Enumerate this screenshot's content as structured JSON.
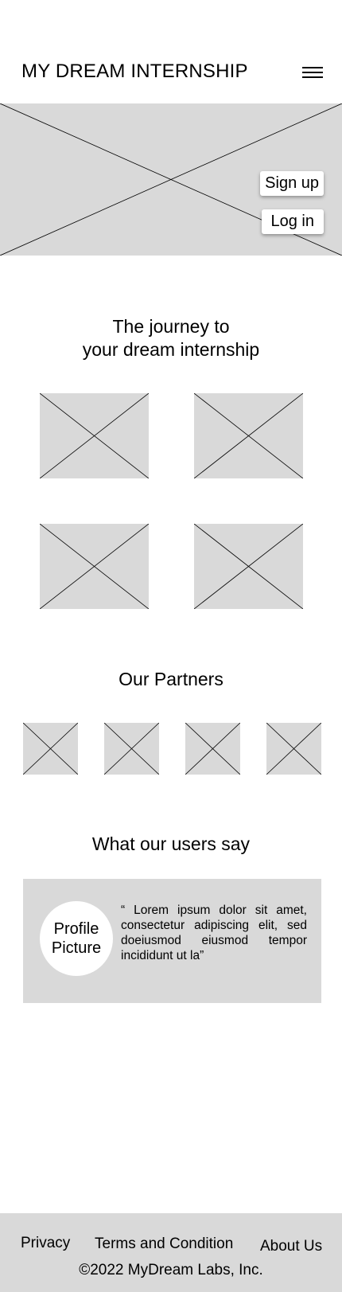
{
  "header": {
    "title": "MY DREAM INTERNSHIP",
    "menu_icon": "hamburger-menu-icon"
  },
  "hero": {
    "signup_label": "Sign up",
    "login_label": "Log in"
  },
  "journey": {
    "title_line1": "The journey to",
    "title_line2": "your dream internship"
  },
  "partners": {
    "title": "Our Partners"
  },
  "testimonials": {
    "title": "What our users say",
    "profile_line1": "Profile",
    "profile_line2": "Picture",
    "quote": "“ Lorem ipsum dolor sit amet, consectetur adipiscing elit, sed doeiusmod eiusmod tempor incididunt ut la”"
  },
  "footer": {
    "privacy": "Privacy",
    "terms": "Terms and Condition",
    "about": "About Us",
    "copyright": "©2022 MyDream Labs, Inc."
  },
  "colors": {
    "placeholder": "#d9d9d9",
    "background": "#ffffff",
    "text": "#000000"
  }
}
